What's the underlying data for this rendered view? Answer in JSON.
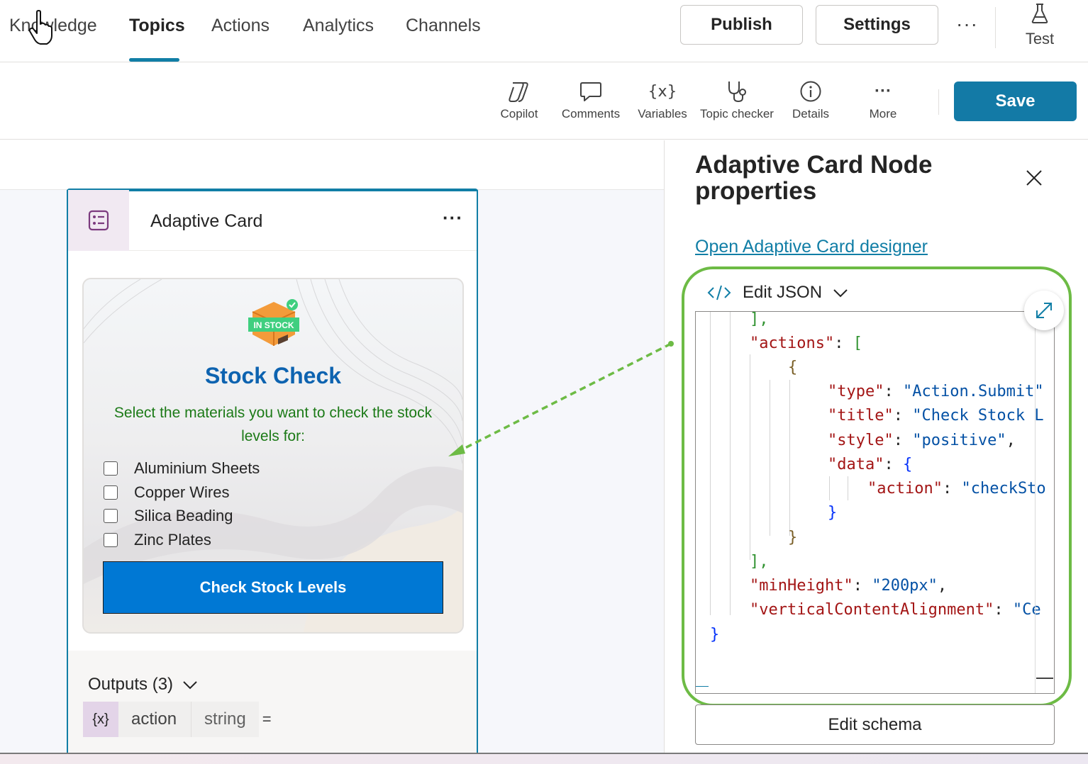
{
  "nav": {
    "tabs": [
      {
        "label": "Knowledge",
        "active": false
      },
      {
        "label": "Topics",
        "active": true
      },
      {
        "label": "Actions",
        "active": false
      },
      {
        "label": "Analytics",
        "active": false
      },
      {
        "label": "Channels",
        "active": false
      }
    ],
    "publish_label": "Publish",
    "settings_label": "Settings",
    "more_label": "···",
    "test_label": "Test"
  },
  "toolbar": {
    "items": [
      {
        "label": "Copilot",
        "icon": "copilot-icon"
      },
      {
        "label": "Comments",
        "icon": "comment-icon"
      },
      {
        "label": "Variables",
        "icon": "variables-icon"
      },
      {
        "label": "Topic checker",
        "icon": "stethoscope-icon"
      },
      {
        "label": "Details",
        "icon": "info-icon"
      },
      {
        "label": "More",
        "icon": "more-icon"
      }
    ],
    "variables_glyph": "{x}",
    "more_glyph": "···",
    "save_label": "Save"
  },
  "node": {
    "title": "Adaptive Card",
    "more_glyph": "···",
    "card": {
      "badge_text": "IN STOCK",
      "title": "Stock Check",
      "subtitle": "Select the materials you want to check the stock levels for:",
      "options": [
        "Aluminium Sheets",
        "Copper Wires",
        "Silica Beading",
        "Zinc Plates"
      ],
      "button_label": "Check Stock Levels"
    },
    "outputs": {
      "title": "Outputs (3)",
      "variable_glyph": "{x}",
      "rows": [
        {
          "name": "action",
          "type": "string",
          "eq": "="
        }
      ]
    }
  },
  "panel": {
    "title": "Adaptive Card Node properties",
    "designer_link": "Open Adaptive Card designer",
    "edit_json_label": "Edit JSON",
    "edit_schema_label": "Edit schema",
    "code": {
      "l1_close": "],",
      "l2_key": "\"actions\"",
      "l2_colon": ": ",
      "l2_open": "[",
      "l3_open": "{",
      "l4_key": "\"type\"",
      "l4_colon": ": ",
      "l4_val": "\"Action.Submit\"",
      "l5_key": "\"title\"",
      "l5_colon": ": ",
      "l5_val": "\"Check Stock L",
      "l6_key": "\"style\"",
      "l6_colon": ": ",
      "l6_val": "\"positive\"",
      "l6_comma": ",",
      "l7_key": "\"data\"",
      "l7_colon": ": ",
      "l7_open": "{",
      "l8_key": "\"action\"",
      "l8_colon": ": ",
      "l8_val": "\"checkSto",
      "l9_close": "}",
      "l10_close": "}",
      "l11_close": "],",
      "l12_key": "\"minHeight\"",
      "l12_colon": ": ",
      "l12_val": "\"200px\"",
      "l12_comma": ",",
      "l13_key": "\"verticalContentAlignment\"",
      "l13_colon": ": ",
      "l13_val": "\"Ce",
      "l14_close": "}"
    }
  },
  "colors": {
    "accent": "#117ea6",
    "highlight_ring": "#6dbb45",
    "card_button": "#0078d4",
    "card_title": "#0d63b0",
    "card_subtitle": "#1c7a17"
  }
}
